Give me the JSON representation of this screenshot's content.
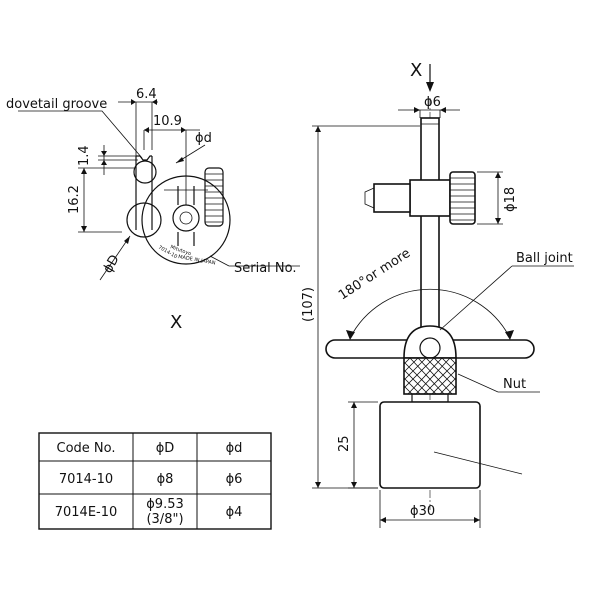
{
  "labels": {
    "dovetail_groove": "dovetail groove",
    "serial_no": "Serial No.",
    "ball_joint": "Ball joint",
    "nut": "Nut",
    "rotation": "180°or more",
    "view_x_left": "X",
    "view_x_top": "X"
  },
  "dimensions": {
    "d_6_4": "6.4",
    "d_10_9": "10.9",
    "d_phi_d": "ϕd",
    "d_1_4": "1.4",
    "d_16_2": "16.2",
    "d_phi_D": "ϕD",
    "d_phi_6": "ϕ6",
    "d_phi_18": "ϕ18",
    "d_107": "(107)",
    "d_25": "25",
    "d_phi_30": "ϕ30"
  },
  "face_text": {
    "code": "7014-10",
    "brand": "Mitutoyo",
    "made_in": "MADE IN JAPAN"
  },
  "table": {
    "headers": [
      "Code No.",
      "ϕD",
      "ϕd"
    ],
    "rows": [
      [
        "7014-10",
        "ϕ8",
        "ϕ6"
      ],
      [
        "7014E-10",
        "ϕ9.53",
        "ϕ4"
      ]
    ],
    "row2_sub": "(3/8\")"
  }
}
